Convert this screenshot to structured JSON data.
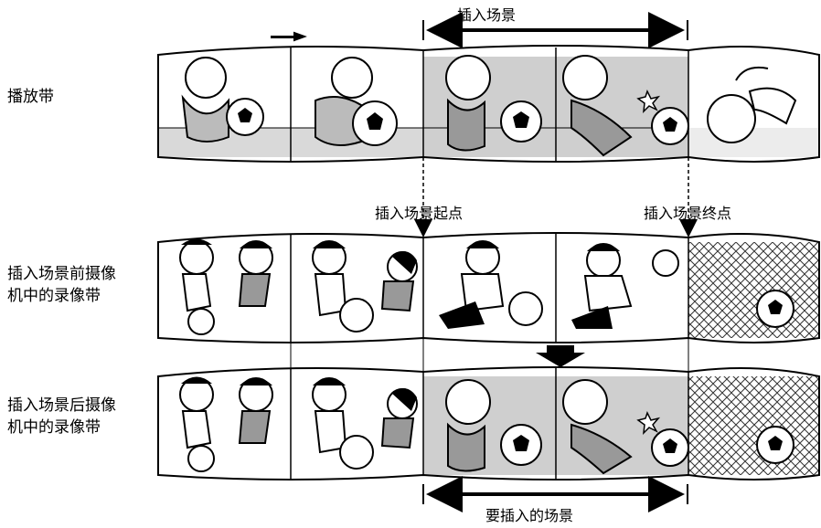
{
  "rows": {
    "playback": {
      "label": "播放带"
    },
    "before": {
      "label": "插入场景前摄像\n机中的录像带"
    },
    "after": {
      "label": "插入场景后摄像\n机中的录像带"
    }
  },
  "annotations": {
    "insert_scene": "插入场景",
    "insert_start": "插入场景起点",
    "insert_end": "插入场景终点",
    "scene_to_insert": "要插入的场景"
  }
}
